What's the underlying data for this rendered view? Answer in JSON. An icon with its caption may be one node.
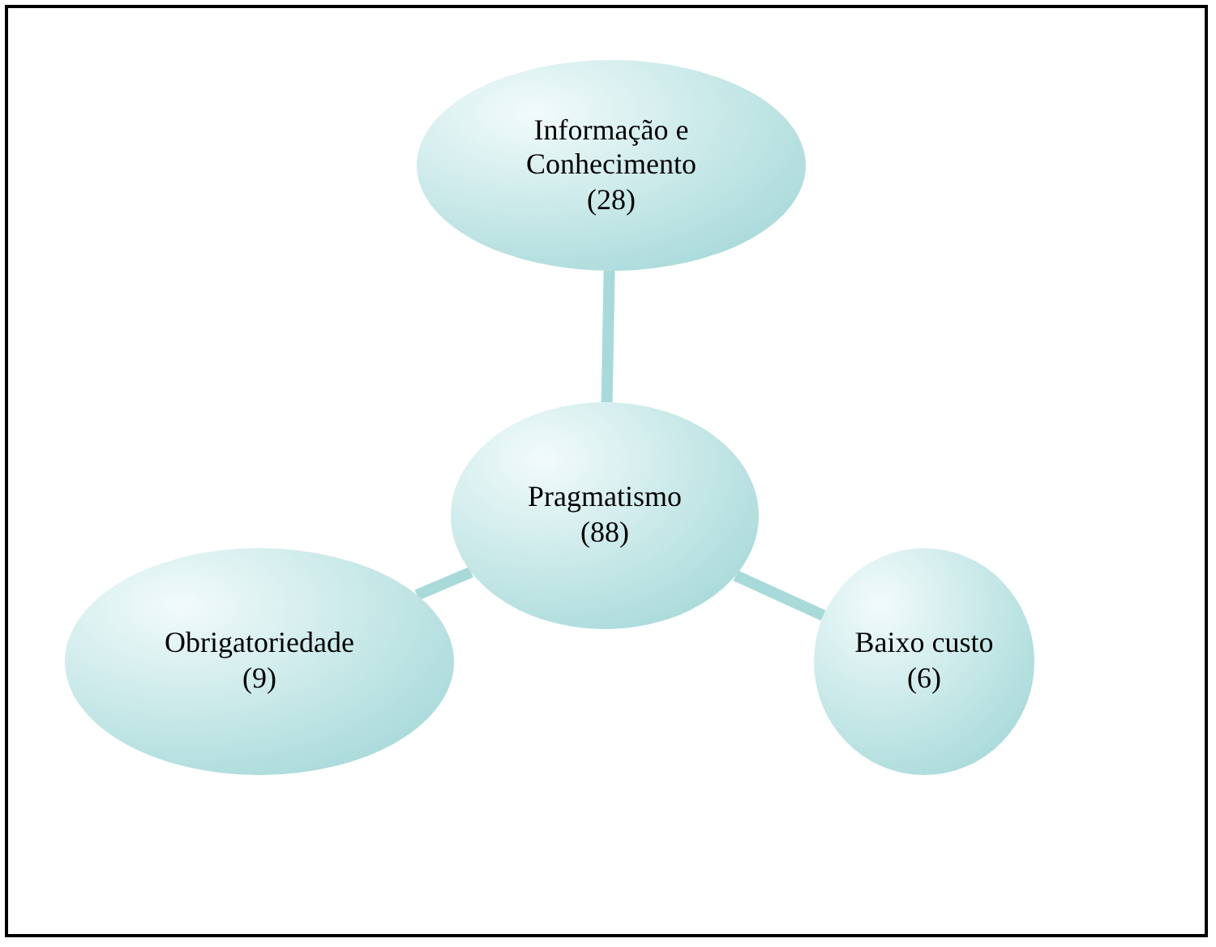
{
  "diagram": {
    "nodes": [
      {
        "text": [
          "Informação e Conhecimento",
          "(28)"
        ]
      },
      {
        "text": [
          "Pragmatismo",
          "(88)"
        ]
      },
      {
        "text": [
          "Obrigatoriedade",
          "(9)"
        ]
      },
      {
        "text": [
          "Baixo custo",
          "(6)"
        ]
      }
    ],
    "edges": [
      {
        "from": 1,
        "to": 0,
        "arrow": "none"
      },
      {
        "from": 1,
        "to": 2,
        "arrow": "none"
      },
      {
        "from": 1,
        "to": 3,
        "arrow": "none"
      }
    ]
  }
}
